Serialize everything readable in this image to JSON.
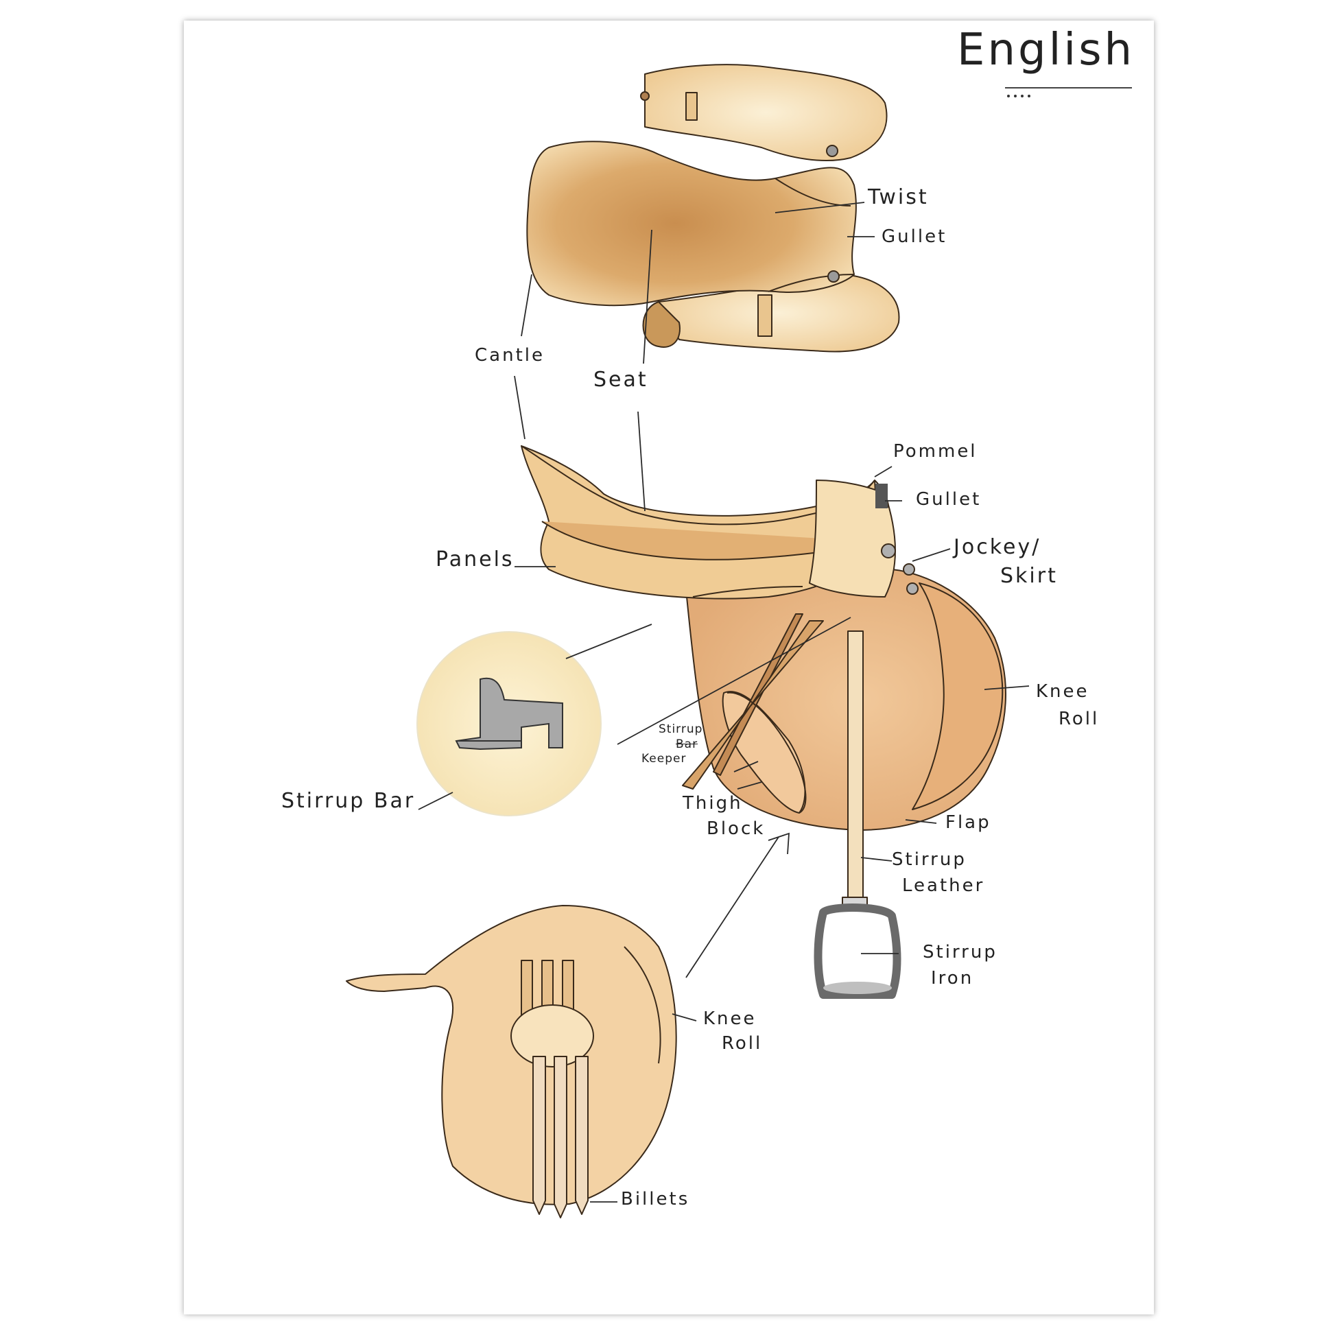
{
  "title": "English",
  "labels": {
    "twist": "Twist",
    "gullet_top": "Gullet",
    "cantle": "Cantle",
    "seat": "Seat",
    "pommel": "Pommel",
    "gullet_side": "Gullet",
    "panels": "Panels",
    "jockey_skirt_1": "Jockey/",
    "jockey_skirt_2": "Skirt",
    "knee_roll_side_1": "Knee",
    "knee_roll_side_2": "Roll",
    "stirrup_bar": "Stirrup Bar",
    "stirrup_keeper_1": "Stirrup",
    "stirrup_keeper_2": "Bar",
    "stirrup_keeper_3": "Keeper",
    "thigh_block_1": "Thigh",
    "thigh_block_2": "Block",
    "flap": "Flap",
    "stirrup_leather_1": "Stirrup",
    "stirrup_leather_2": "Leather",
    "stirrup_iron_1": "Stirrup",
    "stirrup_iron_2": "Iron",
    "knee_roll_front_1": "Knee",
    "knee_roll_front_2": "Roll",
    "billets": "Billets"
  },
  "colors": {
    "leather_light": "#f3d9ac",
    "leather_mid": "#e8bb7f",
    "leather_dark": "#c98e4f",
    "ink": "#222222",
    "steel": "#8a8a8a"
  }
}
